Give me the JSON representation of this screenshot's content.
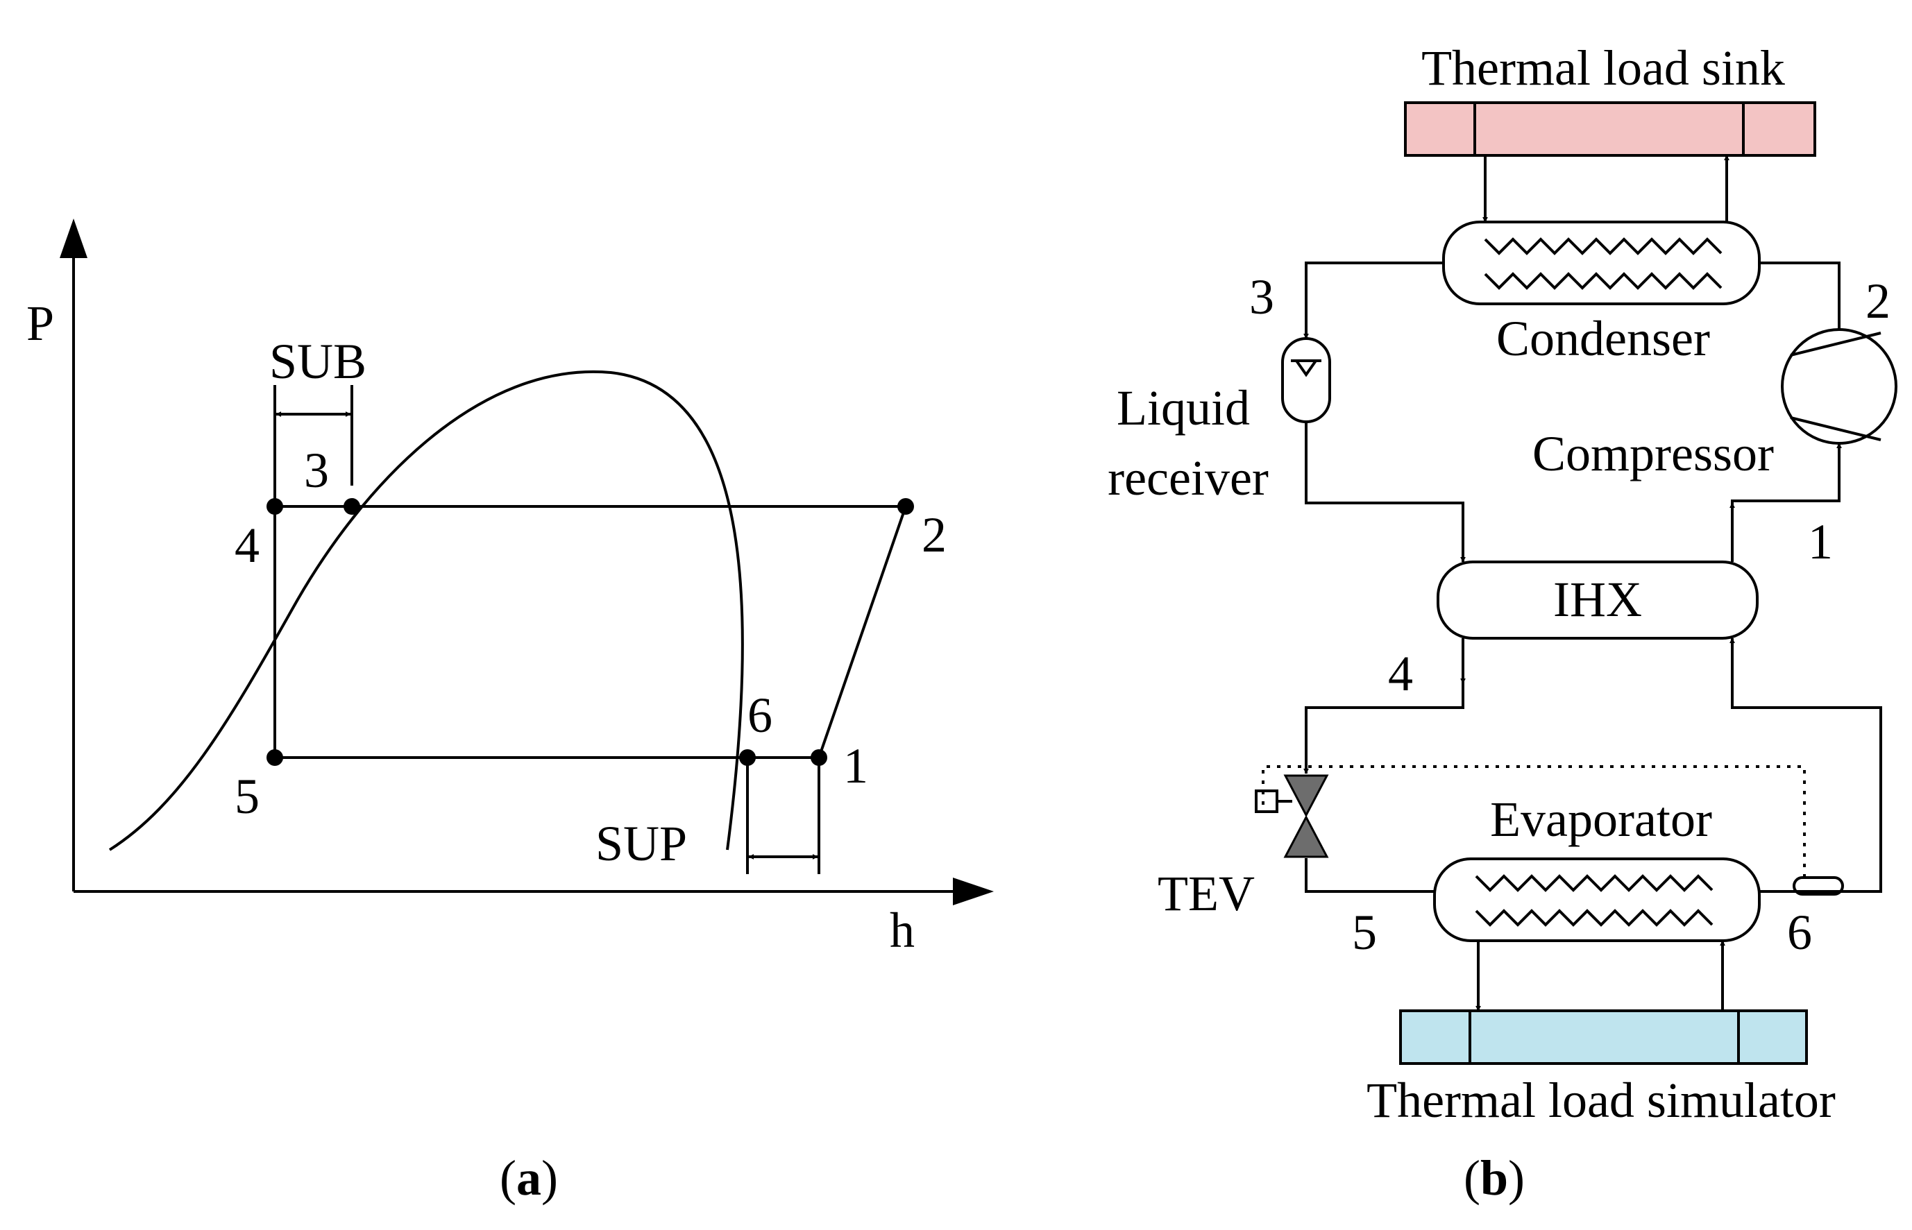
{
  "colors": {
    "line": "#000000",
    "sink_fill": "#f3c4c4",
    "simulator_fill": "#bfe4ee",
    "valve": "#6d6d6d"
  },
  "panel_a": {
    "caption_open": "(",
    "caption_letter": "a",
    "caption_close": ")",
    "axis_y": "P",
    "axis_x": "h",
    "sub_label": "SUB",
    "sup_label": "SUP",
    "points": {
      "p1": "1",
      "p2": "2",
      "p3": "3",
      "p4": "4",
      "p5": "5",
      "p6": "6"
    }
  },
  "panel_b": {
    "caption_open": "(",
    "caption_letter": "b",
    "caption_close": ")",
    "thermal_load_sink": "Thermal load sink",
    "thermal_load_simulator": "Thermal load simulator",
    "condenser": "Condenser",
    "evaporator": "Evaporator",
    "compressor": "Compressor",
    "liquid": "Liquid",
    "receiver": "receiver",
    "ihx": "IHX",
    "tev": "TEV",
    "nodes": {
      "n1": "1",
      "n2": "2",
      "n3": "3",
      "n4": "4",
      "n5": "5",
      "n6": "6"
    }
  }
}
